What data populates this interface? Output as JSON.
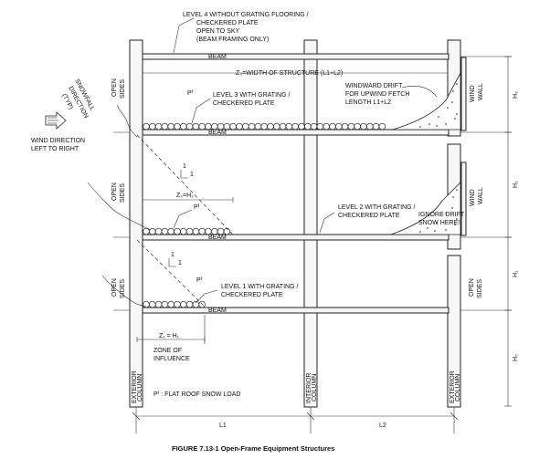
{
  "labels": {
    "level4": [
      "LEVEL 4 WITHOUT GRATING FLOORING /",
      "CHECKERED PLATE",
      "OPEN TO SKY",
      "(BEAM FRAMING ONLY)"
    ],
    "level3": [
      "LEVEL 3 WITH GRATING /",
      "CHECKERED PLATE"
    ],
    "level2": [
      "LEVEL 2 WITH GRATING /",
      "CHECKERED PLATE"
    ],
    "level1": [
      "LEVEL 1 WITH GRATING /",
      "CHECKERED PLATE"
    ],
    "beam": "BEAM",
    "z3": "Z₃=WIDTH OF STRUCTURE (L1+L2)",
    "z2": "Z₂=H₂",
    "z1": "Z₁ = H₁",
    "pf": "Pᶠ",
    "windward_drift": [
      "WINDWARD DRIFT",
      "FOR UPWIND FETCH",
      "LENGTH L1+L2"
    ],
    "ignore_drift": [
      "IGNORE DRIFT",
      "SNOW HERE!"
    ],
    "snowfall_direction": [
      "SNOWFALL",
      "DIRECTION",
      "(TYP)"
    ],
    "wind_direction": [
      "WIND DIRECTION",
      "LEFT TO RIGHT"
    ],
    "open_sides": [
      "OPEN",
      "SIDES"
    ],
    "wind_wall": [
      "WIND",
      "WALL"
    ],
    "zone_of_influence": [
      "ZONE OF",
      "INFLUENCE"
    ],
    "exterior_column": [
      "EXTERIOR",
      "COLUMN"
    ],
    "interior_column": [
      "INTERIOR",
      "COLUMN"
    ],
    "flat_roof_load": "Pᶠ   : FLAT ROOF SNOW LOAD",
    "slope_one": "1",
    "h3": "H₃",
    "h2": "H₂",
    "h1": "H₁",
    "h0": "H₀",
    "l1": "L1",
    "l2": "L2",
    "caption": "FIGURE 7.13-1 Open-Frame Equipment Structures"
  }
}
